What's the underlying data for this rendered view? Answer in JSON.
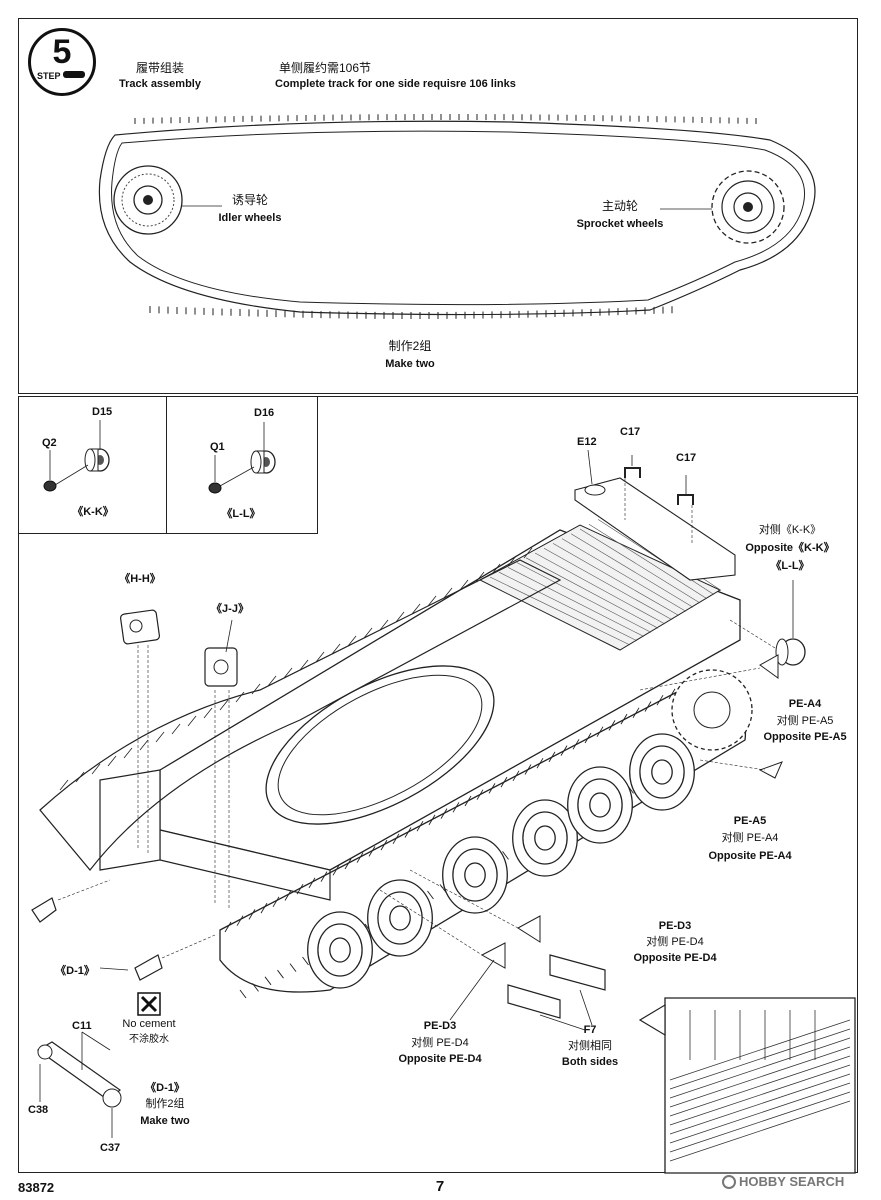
{
  "step": {
    "number": "5",
    "label": "STEP"
  },
  "track_section": {
    "title_cn": "履带组装",
    "title_en": "Track assembly",
    "links_cn": "单侧履约需106节",
    "links_en": "Complete track for one side requisre 106 links",
    "idler_cn": "诱导轮",
    "idler_en": "Idler wheels",
    "sprocket_cn": "主动轮",
    "sprocket_en": "Sprocket wheels",
    "make_cn": "制作2组",
    "make_en": "Make two"
  },
  "inset_kk": {
    "part_top": "D15",
    "part_left": "Q2",
    "caption": "《K-K》"
  },
  "inset_ll": {
    "part_top": "D16",
    "part_left": "Q1",
    "caption": "《L-L》"
  },
  "main": {
    "hh": "《H-H》",
    "jj": "《J-J》",
    "e12": "E12",
    "c17a": "C17",
    "c17b": "C17",
    "opp_kk_cn": "对侧《K-K》",
    "opp_kk_en": "Opposite《K-K》",
    "ll": "《L-L》",
    "pea4": "PE-A4",
    "pea4_cn": "对侧 PE-A5",
    "pea4_en": "Opposite PE-A5",
    "pea5": "PE-A5",
    "pea5_cn": "对侧 PE-A4",
    "pea5_en": "Opposite  PE-A4",
    "ped3r": "PE-D3",
    "ped3r_cn": "对侧 PE-D4",
    "ped3r_en": "Opposite  PE-D4",
    "d1": "《D-1》",
    "no_cement_en": "No cement",
    "no_cement_cn": "不涂胶水",
    "c11": "C11",
    "c38": "C38",
    "c37": "C37",
    "d1b": "《D-1》",
    "make_cn": "制作2组",
    "make_en": "Make two",
    "ped3b": "PE-D3",
    "ped3b_cn": "对侧 PE-D4",
    "ped3b_en": "Opposite  PE-D4",
    "f7": "F7",
    "f7_cn": "对侧相同",
    "f7_en": "Both sides"
  },
  "footer": {
    "kit": "83872",
    "page": "7",
    "watermark": "HOBBY SEARCH"
  }
}
